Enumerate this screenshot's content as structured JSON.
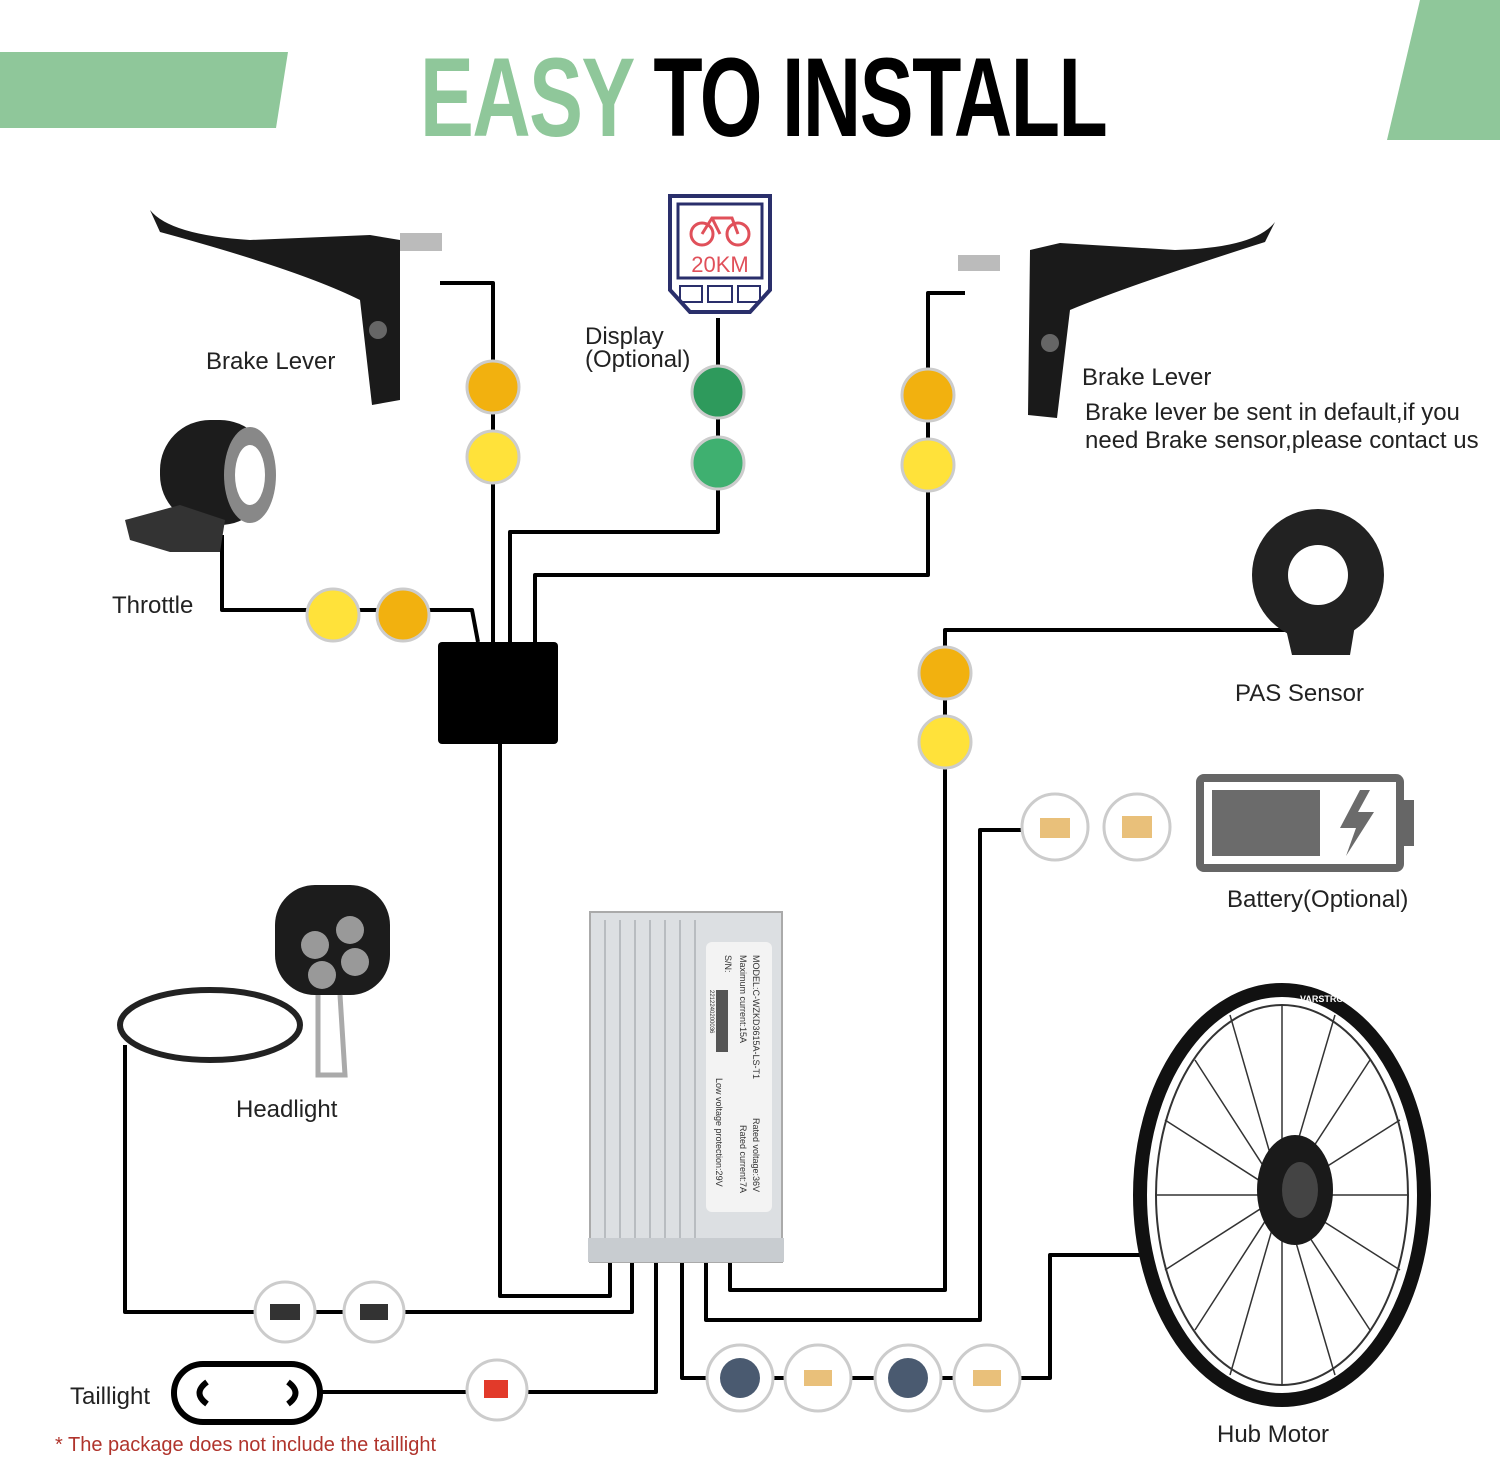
{
  "header": {
    "title_accent": "EASY",
    "title_main": "TO INSTALL"
  },
  "colors": {
    "accent": "#8fc79a",
    "wire": "#000000",
    "connector_yellow": "#f2b10f",
    "connector_green": "#2e9a5c",
    "display_red": "#e0505a",
    "display_navy": "#2a2f6b",
    "footnote": "#b0342c"
  },
  "components": {
    "brake_lever_left": {
      "label": "Brake Lever"
    },
    "display": {
      "label_line1": "Display",
      "label_line2": "(Optional)",
      "screen_text": "20KM",
      "icon": "bicycle-icon"
    },
    "brake_lever_right": {
      "label": "Brake Lever",
      "note_line1": "Brake lever be sent in default,if you",
      "note_line2": "need Brake sensor,please contact us"
    },
    "throttle": {
      "label": "Throttle"
    },
    "pas_sensor": {
      "label": "PAS Sensor"
    },
    "battery": {
      "label": "Battery(Optional)",
      "icon": "battery-charging-icon"
    },
    "headlight": {
      "label": "Headlight"
    },
    "taillight": {
      "label": "Taillight"
    },
    "hub_motor": {
      "label": "Hub Motor",
      "rim_brand": "VARSTROM"
    },
    "controller": {
      "model": "MODEL:C-WZKD3615A-LS-T1",
      "max_current": "Maximum current:15A",
      "sn_label": "S/N:",
      "serial": "2212240200036",
      "rated_voltage": "Rated voltage:36V",
      "rated_current": "Rated current:7A",
      "low_voltage": "Low voltage protection:29V"
    }
  },
  "footnote": "* The package does not include the taillight"
}
